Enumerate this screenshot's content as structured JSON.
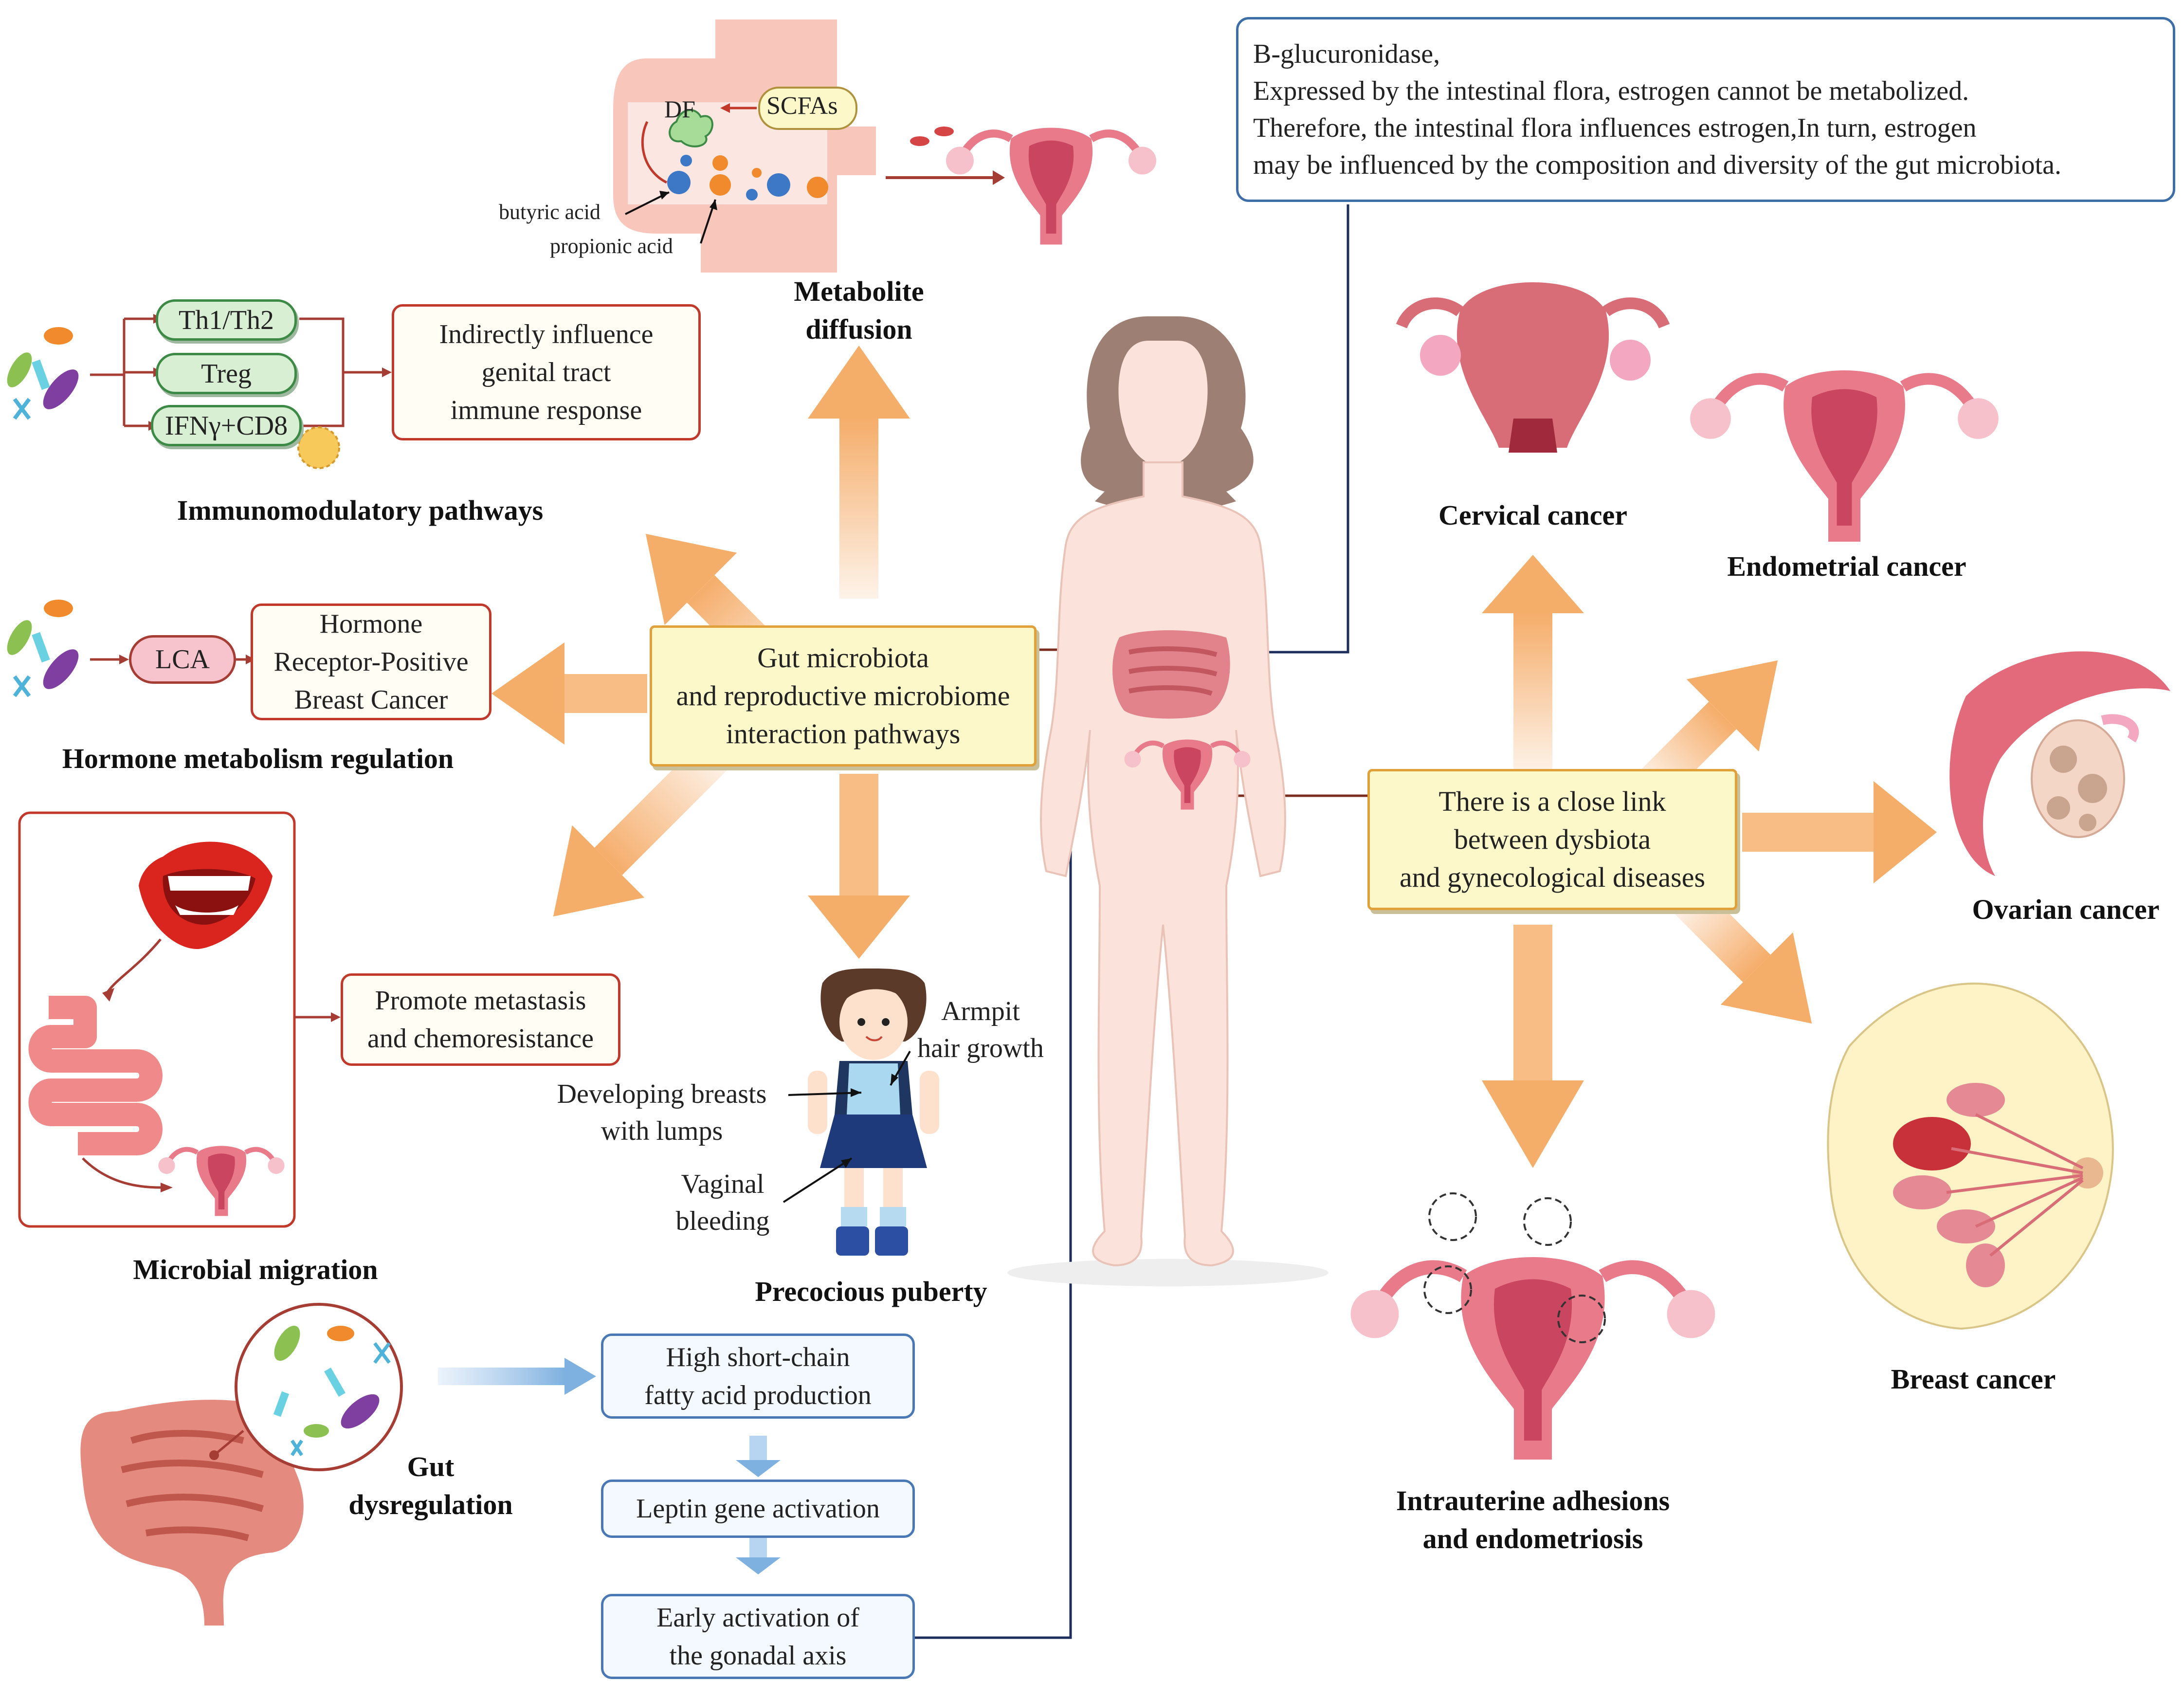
{
  "center": {
    "lines": [
      "Gut microbiota",
      "and reproductive microbiome",
      "interaction pathways"
    ]
  },
  "dysbiosis": {
    "lines": [
      "There is a close link",
      "between dysbiota",
      "and gynecological diseases"
    ]
  },
  "note": {
    "lines": [
      "B-glucuronidase,",
      "Expressed by the intestinal flora, estrogen cannot be metabolized.",
      "Therefore, the intestinal flora influences estrogen,In turn, estrogen",
      "may be influenced by the composition and diversity of the gut microbiota."
    ]
  },
  "metabolite": {
    "df": "DF",
    "scfas": "SCFAs",
    "butyric": "butyric acid",
    "propionic": "propionic acid",
    "title": [
      "Metabolite",
      "diffusion"
    ]
  },
  "immuno": {
    "pills": [
      "Th1/Th2",
      "Treg",
      "IFNγ+CD8"
    ],
    "box": [
      "Indirectly influence",
      "genital tract",
      "immune response"
    ],
    "title": "Immunomodulatory pathways"
  },
  "hormone": {
    "lca": "LCA",
    "box": [
      "Hormone",
      "Receptor-Positive",
      "Breast Cancer"
    ],
    "title": "Hormone metabolism regulation"
  },
  "migration": {
    "box": [
      "Promote metastasis",
      "and chemoresistance"
    ],
    "title": "Microbial migration"
  },
  "puberty": {
    "armpit": [
      "Armpit",
      "hair growth"
    ],
    "breasts": [
      "Developing breasts",
      "with lumps"
    ],
    "vaginal": [
      "Vaginal",
      "bleeding"
    ],
    "title": "Precocious puberty"
  },
  "gut": {
    "title": [
      "Gut",
      "dysregulation"
    ],
    "steps": [
      [
        "High short-chain",
        "fatty acid production"
      ],
      [
        "Leptin gene activation"
      ],
      [
        "Early activation of",
        "the gonadal axis"
      ]
    ]
  },
  "diseases": {
    "cervical": "Cervical cancer",
    "endometrial": "Endometrial cancer",
    "ovarian": "Ovarian cancer",
    "breast": "Breast cancer",
    "adhesions": [
      "Intrauterine adhesions",
      "and endometriosis"
    ]
  },
  "colors": {
    "arrow_orange": "#f5ad6a",
    "box_red": "#c0392b",
    "box_yellow": "#fdf8c9",
    "box_blue": "#4a78b5",
    "uterus_pink": "#e97a8a",
    "skin": "#fbe3dc"
  }
}
